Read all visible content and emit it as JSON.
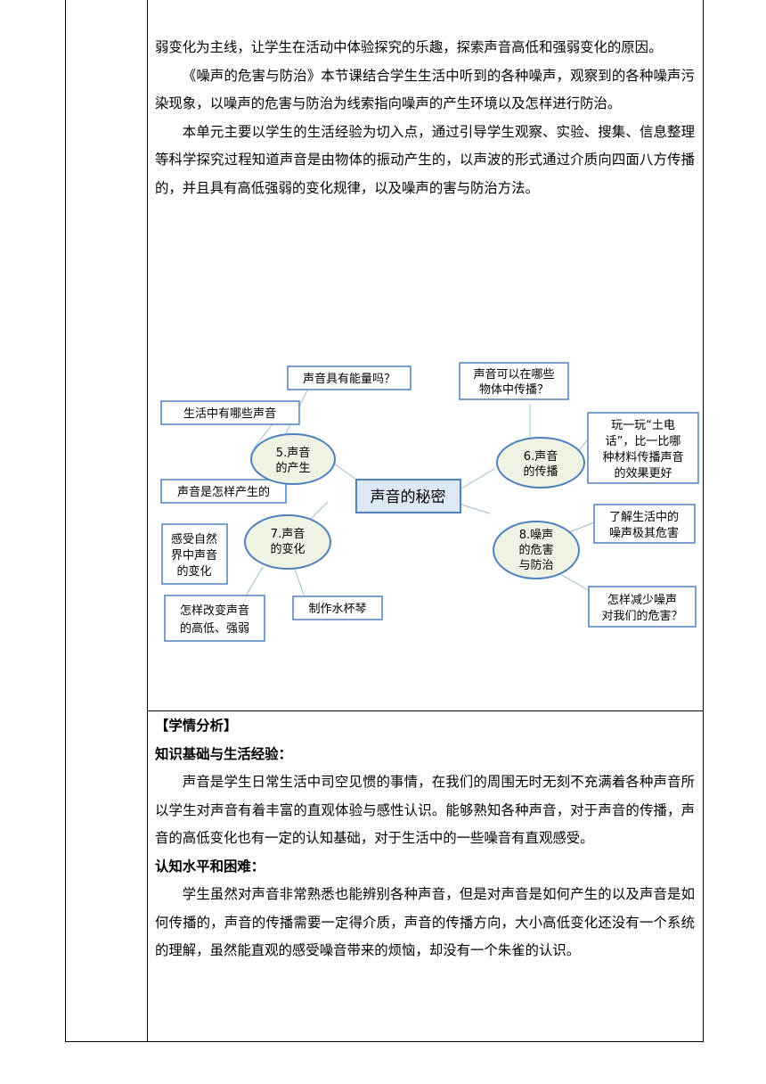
{
  "section1": {
    "paragraphs": [
      "弱变化为主线，让学生在活动中体验探究的乐趣，探索声音高低和强弱变化的原因。",
      "《噪声的危害与防治》本节课结合学生生活中听到的各种噪声，观察到的各种噪声污染现象，以噪声的危害与防治为线索指向噪声的产生环境以及怎样进行防治。",
      "本单元主要以学生的生活经验为切入点，通过引导学生观察、实验、搜集、信息整理等科学探究过程知道声音是由物体的振动产生的，以声波的形式通过介质向四面八方传播的，并且具有高低强弱的变化规律，以及噪声的害与防治方法。"
    ]
  },
  "mindmap": {
    "center": "声音的秘密",
    "nodes": {
      "n5": [
        "5.声音",
        "的产生"
      ],
      "n6": [
        "6.声音",
        "的传播"
      ],
      "n7": [
        "7.声音",
        "的变化"
      ],
      "n8": [
        "8.噪声",
        "的危害",
        "与防治"
      ]
    },
    "leaves": {
      "l5a": [
        "声音具有能量吗？"
      ],
      "l5b": [
        "生活中有哪些声音"
      ],
      "l5c": [
        "声音是怎样产生的"
      ],
      "l6a": [
        "声音可以在哪些",
        "物体中传播？"
      ],
      "l6b": [
        "玩一玩“土电",
        "话”，比一比哪",
        "种材料传播声音",
        "的效果更好"
      ],
      "l7a": [
        "感受自然",
        "界中声音",
        "的变化"
      ],
      "l7b": [
        "怎样改变声音",
        "的高低、强弱"
      ],
      "l7c": [
        "制作水杯琴"
      ],
      "l8a": [
        "了解生活中的",
        "噪声极其危害"
      ],
      "l8b": [
        "怎样减少噪声",
        "对我们的危害？"
      ]
    }
  },
  "section2": {
    "heading": "【学情分析】",
    "sub1": "知识基础与生活经验：",
    "p1": "声音是学生日常生活中司空见惯的事情，在我们的周围无时无刻不充满着各种声音所以学生对声音有着丰富的直观体验与感性认识。能够熟知各种声音，对于声音的传播，声音的高低变化也有一定的认知基础，对于生活中的一些噪音有直观感受。",
    "sub2": "认知水平和困难：",
    "p2": "学生虽然对声音非常熟悉也能辨别各种声音，但是对声音是如何产生的以及声音是如何传播的，声音的传播需要一定得介质，声音的传播方向，大小高低变化还没有一个系统的理解，虽然能直观的感受噪音带来的烦恼，却没有一个朱雀的认识。"
  }
}
